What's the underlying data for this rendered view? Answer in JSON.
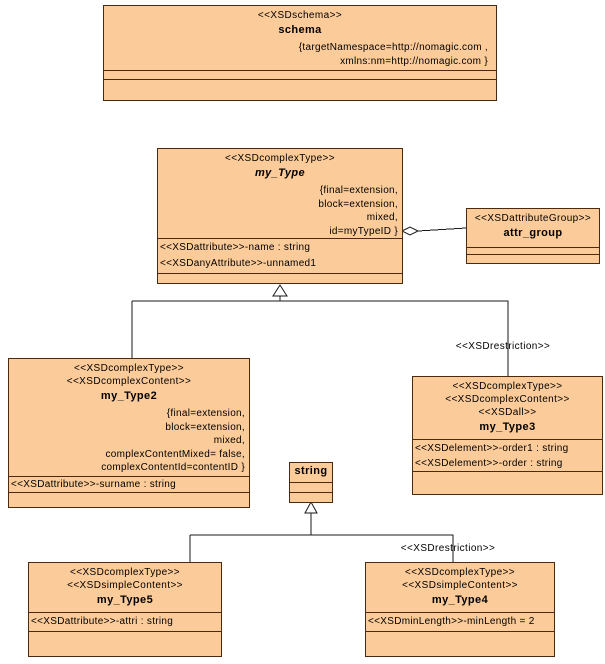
{
  "colors": {
    "box_fill": "#fbcb99",
    "box_border": "#4b2a10",
    "connector": "#1a1a1a"
  },
  "boxes": {
    "schema": {
      "stereotypes": [
        "<<XSDschema>>"
      ],
      "name": "schema",
      "tags": [
        "{targetNamespace=http://nomagic.com ,",
        "xmlns:nm=http://nomagic.com }"
      ]
    },
    "my_type": {
      "stereotypes": [
        "<<XSDcomplexType>>"
      ],
      "name": "my_Type",
      "tags": [
        "{final=extension,",
        "block=extension,",
        "mixed,",
        "id=myTypeID }"
      ],
      "attributes": [
        "<<XSDattribute>>-name : string",
        "<<XSDanyAttribute>>-unnamed1"
      ]
    },
    "attr_group": {
      "stereotypes": [
        "<<XSDattributeGroup>>"
      ],
      "name": "attr_group"
    },
    "my_type2": {
      "stereotypes": [
        "<<XSDcomplexType>>",
        "<<XSDcomplexContent>>"
      ],
      "name": "my_Type2",
      "tags": [
        "{final=extension,",
        "block=extension,",
        "mixed,",
        "complexContentMixed= false,",
        "complexContentId=contentID }"
      ],
      "attributes": [
        "<<XSDattribute>>-surname : string"
      ]
    },
    "my_type3": {
      "stereotypes": [
        "<<XSDcomplexType>>",
        "<<XSDcomplexContent>>",
        "<<XSDall>>"
      ],
      "name": "my_Type3",
      "attributes": [
        "<<XSDelement>>-order1 : string",
        "<<XSDelement>>-order : string"
      ]
    },
    "string_type": {
      "name": "string"
    },
    "my_type5": {
      "stereotypes": [
        "<<XSDcomplexType>>",
        "<<XSDsimpleContent>>"
      ],
      "name": "my_Type5",
      "attributes": [
        "<<XSDattribute>>-attri : string"
      ]
    },
    "my_type4": {
      "stereotypes": [
        "<<XSDcomplexType>>",
        "<<XSDsimpleContent>>"
      ],
      "name": "my_Type4",
      "attributes": [
        "<<XSDminLength>>-minLength = 2"
      ]
    }
  },
  "edge_labels": {
    "restriction_my_type3": "<<XSDrestriction>>",
    "restriction_my_type4": "<<XSDrestriction>>"
  }
}
